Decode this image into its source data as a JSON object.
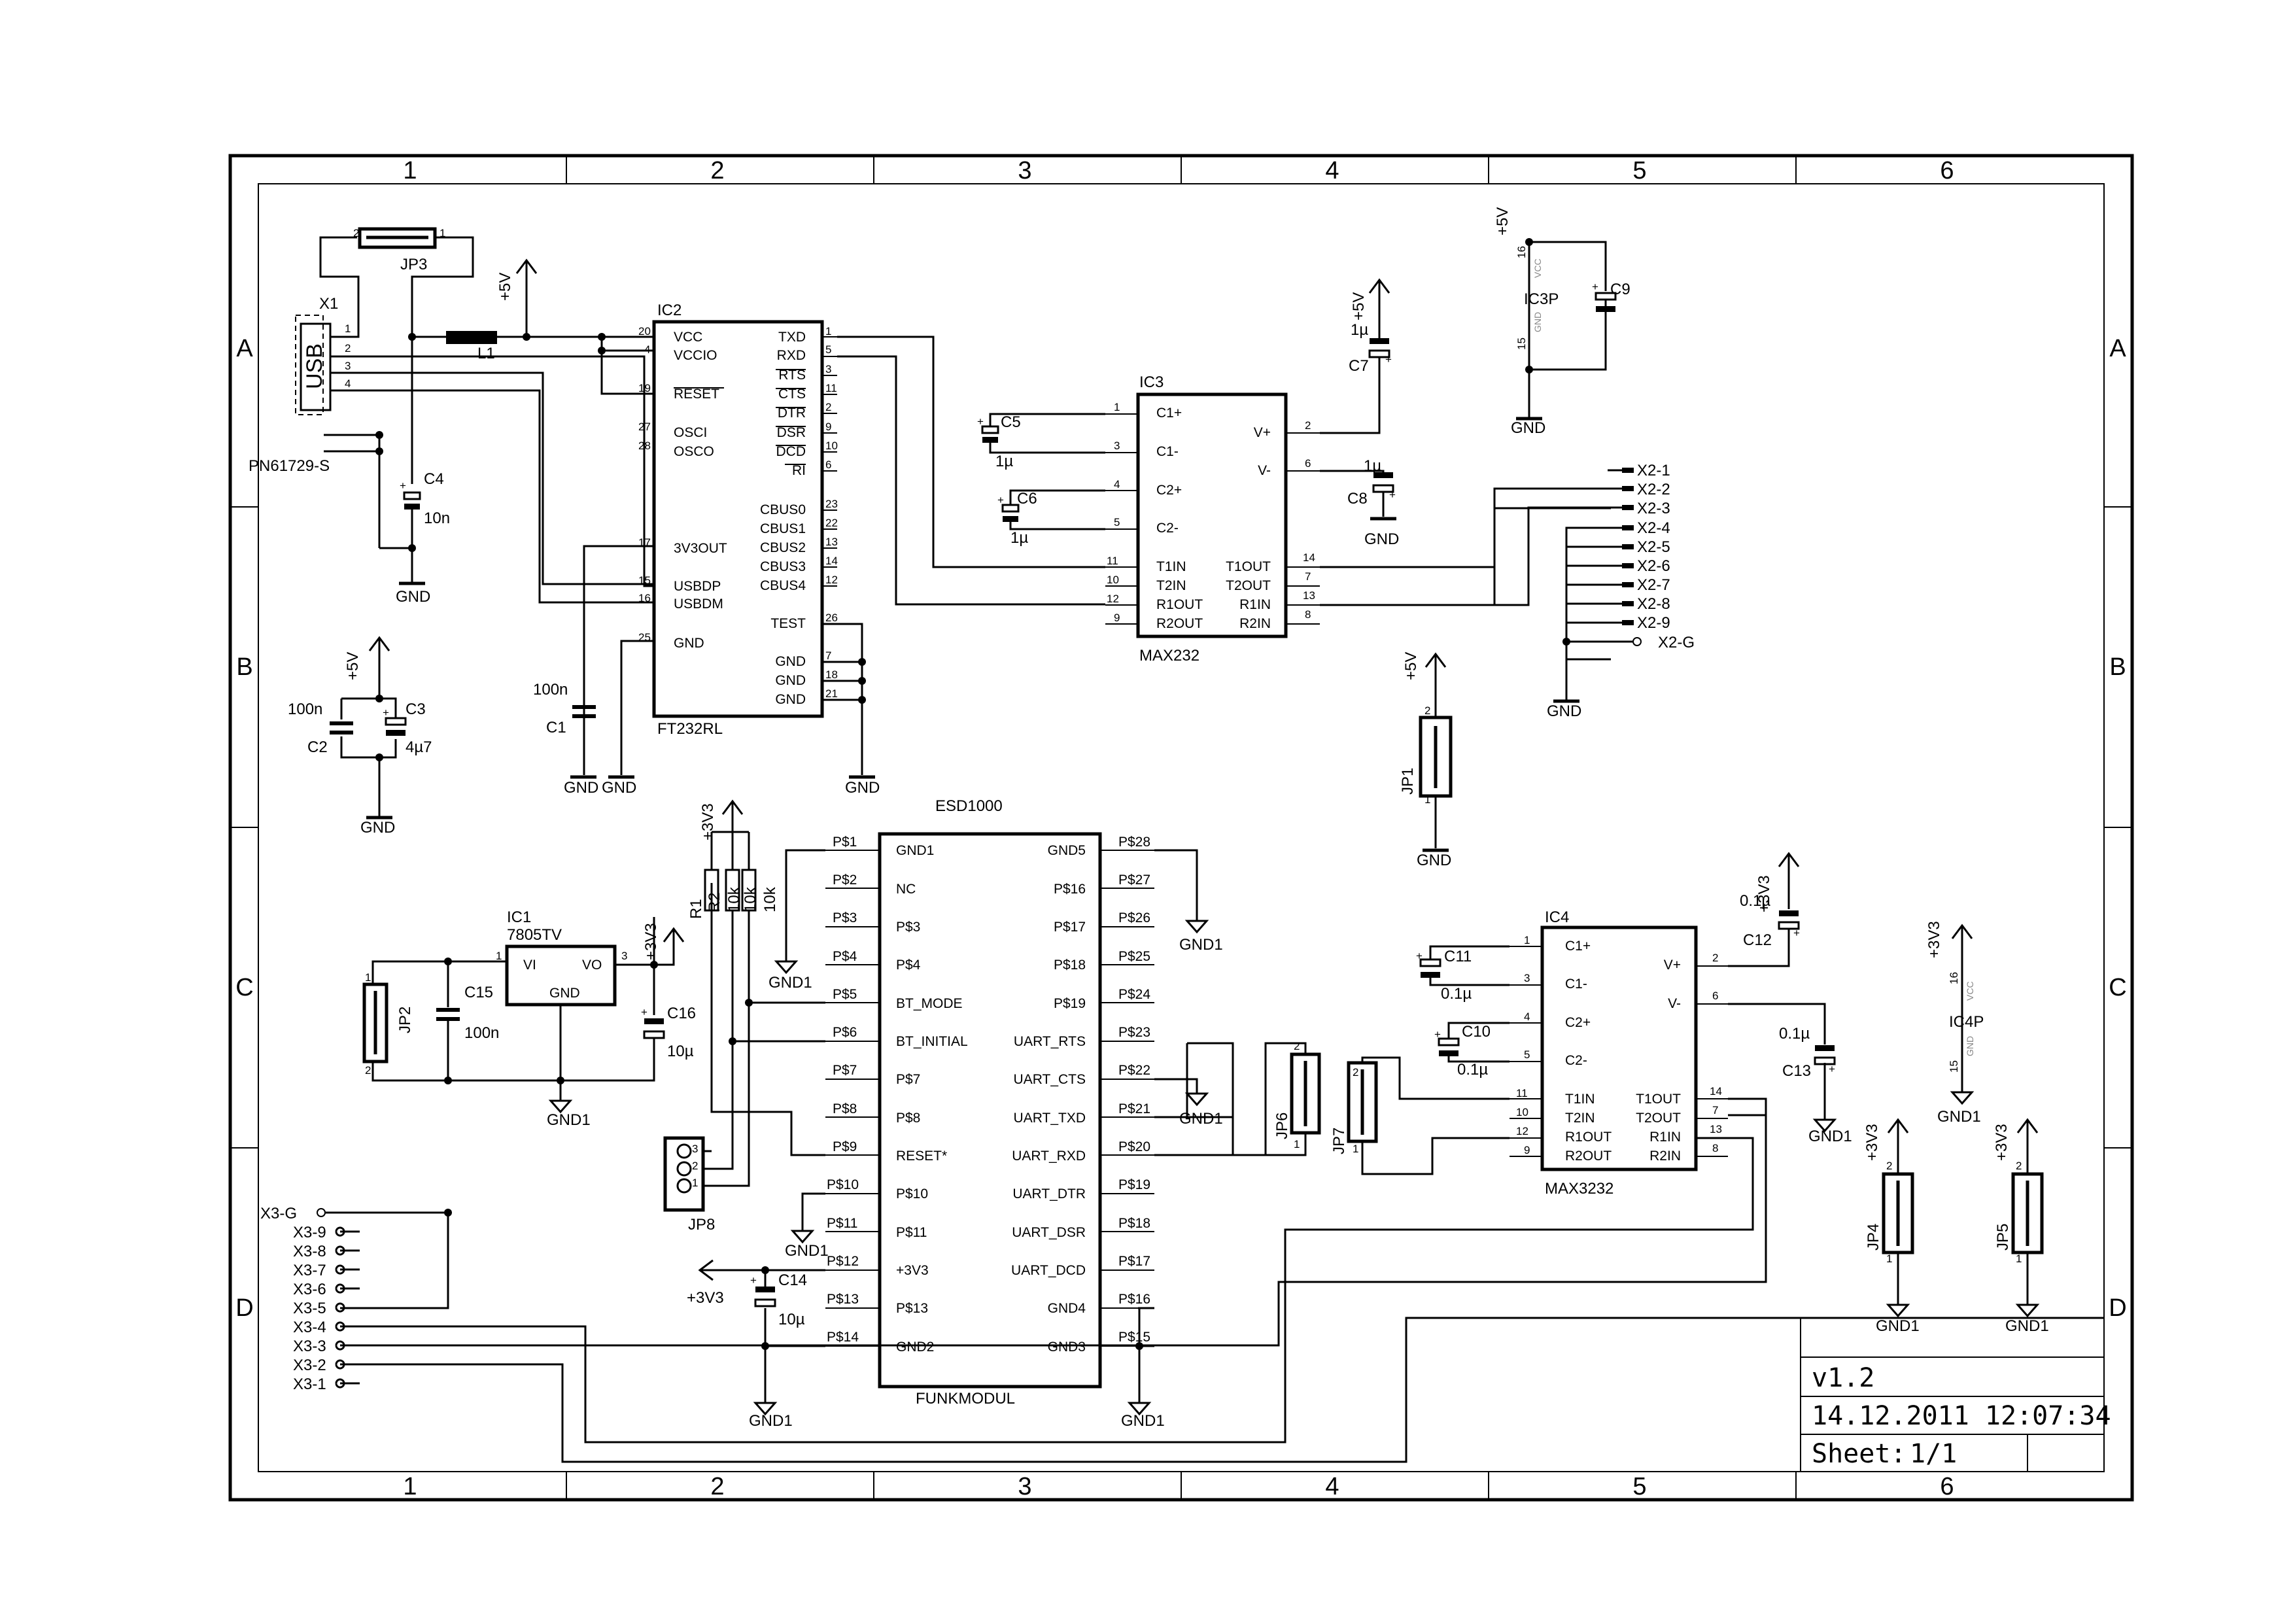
{
  "frame": {
    "columns": [
      "1",
      "2",
      "3",
      "4",
      "5",
      "6"
    ],
    "rows": [
      "A",
      "B",
      "C",
      "D"
    ]
  },
  "title_block": {
    "version": "v1.2",
    "date": "14.12.2011 12:07:34",
    "sheet_label": "Sheet:",
    "sheet": "1/1"
  },
  "usb": {
    "ref": "X1",
    "label": "USB",
    "part": "PN61729-S",
    "pins": [
      "1",
      "2",
      "3",
      "4"
    ],
    "jumper": "JP3",
    "jumper_pins": [
      "2",
      "1"
    ],
    "inductor": "L1",
    "cap": {
      "ref": "C4",
      "value": "10n"
    }
  },
  "ic2": {
    "ref": "IC2",
    "part": "FT232RL",
    "left_pins": [
      {
        "num": "20",
        "name": "VCC"
      },
      {
        "num": "4",
        "name": "VCCIO"
      },
      {
        "num": "19",
        "name": "RESET"
      },
      {
        "num": "27",
        "name": "OSCI"
      },
      {
        "num": "28",
        "name": "OSCO"
      },
      {
        "num": "17",
        "name": "3V3OUT"
      },
      {
        "num": "15",
        "name": "USBDP"
      },
      {
        "num": "16",
        "name": "USBDM"
      },
      {
        "num": "25",
        "name": "GND"
      }
    ],
    "right_pins": [
      {
        "num": "1",
        "name": "TXD"
      },
      {
        "num": "5",
        "name": "RXD"
      },
      {
        "num": "3",
        "name": "RTS"
      },
      {
        "num": "11",
        "name": "CTS"
      },
      {
        "num": "2",
        "name": "DTR"
      },
      {
        "num": "9",
        "name": "DSR"
      },
      {
        "num": "10",
        "name": "DCD"
      },
      {
        "num": "6",
        "name": "RI"
      },
      {
        "num": "23",
        "name": "CBUS0"
      },
      {
        "num": "22",
        "name": "CBUS1"
      },
      {
        "num": "13",
        "name": "CBUS2"
      },
      {
        "num": "14",
        "name": "CBUS3"
      },
      {
        "num": "12",
        "name": "CBUS4"
      },
      {
        "num": "26",
        "name": "TEST"
      },
      {
        "num": "7",
        "name": "GND"
      },
      {
        "num": "18",
        "name": "GND"
      },
      {
        "num": "21",
        "name": "GND"
      }
    ]
  },
  "ic3": {
    "ref": "IC3",
    "part": "MAX232",
    "left_pins": [
      {
        "num": "1",
        "name": "C1+"
      },
      {
        "num": "3",
        "name": "C1-"
      },
      {
        "num": "4",
        "name": "C2+"
      },
      {
        "num": "5",
        "name": "C2-"
      },
      {
        "num": "11",
        "name": "T1IN"
      },
      {
        "num": "10",
        "name": "T2IN"
      },
      {
        "num": "12",
        "name": "R1OUT"
      },
      {
        "num": "9",
        "name": "R2OUT"
      }
    ],
    "right_pins": [
      {
        "num": "2",
        "name": "V+"
      },
      {
        "num": "6",
        "name": "V-"
      },
      {
        "num": "14",
        "name": "T1OUT"
      },
      {
        "num": "7",
        "name": "T2OUT"
      },
      {
        "num": "13",
        "name": "R1IN"
      },
      {
        "num": "8",
        "name": "R2IN"
      }
    ]
  },
  "ic3p": {
    "ref": "IC3P",
    "pin_vcc": "16",
    "pin_gnd": "15",
    "vcc": "VCC",
    "gnd": "GND",
    "cap": "C9"
  },
  "ic4p": {
    "ref": "IC4P",
    "pin_vcc": "16",
    "pin_gnd": "15",
    "vcc": "VCC",
    "gnd": "GND"
  },
  "ic4": {
    "ref": "IC4",
    "part": "MAX3232",
    "left_pins": [
      {
        "num": "1",
        "name": "C1+"
      },
      {
        "num": "3",
        "name": "C1-"
      },
      {
        "num": "4",
        "name": "C2+"
      },
      {
        "num": "5",
        "name": "C2-"
      },
      {
        "num": "11",
        "name": "T1IN"
      },
      {
        "num": "10",
        "name": "T2IN"
      },
      {
        "num": "12",
        "name": "R1OUT"
      },
      {
        "num": "9",
        "name": "R2OUT"
      }
    ],
    "right_pins": [
      {
        "num": "2",
        "name": "V+"
      },
      {
        "num": "6",
        "name": "V-"
      },
      {
        "num": "14",
        "name": "T1OUT"
      },
      {
        "num": "7",
        "name": "T2OUT"
      },
      {
        "num": "13",
        "name": "R1IN"
      },
      {
        "num": "8",
        "name": "R2IN"
      }
    ]
  },
  "x2": {
    "pins": [
      "X2-1",
      "X2-2",
      "X2-3",
      "X2-4",
      "X2-5",
      "X2-6",
      "X2-7",
      "X2-8",
      "X2-9"
    ],
    "ground": "X2-G"
  },
  "x3": {
    "ground": "X3-G",
    "pins": [
      "X3-9",
      "X3-8",
      "X3-7",
      "X3-6",
      "X3-5",
      "X3-4",
      "X3-3",
      "X3-2",
      "X3-1"
    ]
  },
  "esd1000": {
    "ref": "ESD1000",
    "part": "FUNKMODUL",
    "left_pins": [
      {
        "pad": "P$1",
        "name": "GND1"
      },
      {
        "pad": "P$2",
        "name": "NC"
      },
      {
        "pad": "P$3",
        "name": "P$3"
      },
      {
        "pad": "P$4",
        "name": "P$4"
      },
      {
        "pad": "P$5",
        "name": "BT_MODE"
      },
      {
        "pad": "P$6",
        "name": "BT_INITIAL"
      },
      {
        "pad": "P$7",
        "name": "P$7"
      },
      {
        "pad": "P$8",
        "name": "P$8"
      },
      {
        "pad": "P$9",
        "name": "RESET*"
      },
      {
        "pad": "P$10",
        "name": "P$10"
      },
      {
        "pad": "P$11",
        "name": "P$11"
      },
      {
        "pad": "P$12",
        "name": "+3V3"
      },
      {
        "pad": "P$13",
        "name": "P$13"
      },
      {
        "pad": "P$14",
        "name": "GND2"
      }
    ],
    "right_pins": [
      {
        "pad": "P$28",
        "name": "GND5"
      },
      {
        "pad": "P$27",
        "name": "P$16"
      },
      {
        "pad": "P$26",
        "name": "P$17"
      },
      {
        "pad": "P$25",
        "name": "P$18"
      },
      {
        "pad": "P$24",
        "name": "P$19"
      },
      {
        "pad": "P$23",
        "name": "UART_RTS"
      },
      {
        "pad": "P$22",
        "name": "UART_CTS"
      },
      {
        "pad": "P$21",
        "name": "UART_TXD"
      },
      {
        "pad": "P$20",
        "name": "UART_RXD"
      },
      {
        "pad": "P$19",
        "name": "UART_DTR"
      },
      {
        "pad": "P$18",
        "name": "UART_DSR"
      },
      {
        "pad": "P$17",
        "name": "UART_DCD"
      },
      {
        "pad": "P$16",
        "name": "GND4"
      },
      {
        "pad": "P$15",
        "name": "GND3"
      }
    ]
  },
  "ic1": {
    "ref": "IC1",
    "part": "7805TV",
    "pins": [
      "1",
      "3"
    ],
    "vi": "VI",
    "vo": "VO",
    "gnd": "GND"
  },
  "resistors": [
    {
      "ref": "R1",
      "value": "10k"
    },
    {
      "ref": "R2",
      "value": "10k"
    },
    {
      "ref": "R3",
      "value": "10k"
    }
  ],
  "jp8": {
    "ref": "JP8",
    "pins": [
      "3",
      "2",
      "1"
    ]
  },
  "jumpers": {
    "jp1": "JP1",
    "jp2": "JP2",
    "jp4": "JP4",
    "jp5": "JP5",
    "jp6": "JP6",
    "jp7": "JP7",
    "pin1": "1",
    "pin2": "2"
  },
  "caps": {
    "c1": {
      "ref": "C1",
      "value": "100n"
    },
    "c2": {
      "ref": "C2",
      "value": "100n"
    },
    "c3": {
      "ref": "C3",
      "value": "4µ7"
    },
    "c5": {
      "ref": "C5",
      "value": "1µ"
    },
    "c6": {
      "ref": "C6",
      "value": "1µ"
    },
    "c7": {
      "ref": "C7",
      "value": "1µ"
    },
    "c8": {
      "ref": "C8",
      "value": "1µ"
    },
    "c10": {
      "ref": "C10",
      "value": "0.1µ"
    },
    "c11": {
      "ref": "C11",
      "value": "0.1µ"
    },
    "c12": {
      "ref": "C12",
      "value": "0.1µ"
    },
    "c13": {
      "ref": "C13",
      "value": "0.1µ"
    },
    "c14": {
      "ref": "C14",
      "value": "10µ"
    },
    "c15": {
      "ref": "C15",
      "value": "100n"
    },
    "c16": {
      "ref": "C16",
      "value": "10µ"
    }
  },
  "nets": {
    "p5v": "+5V",
    "p3v3": "+3V3",
    "gnd": "GND",
    "gnd1": "GND1"
  }
}
